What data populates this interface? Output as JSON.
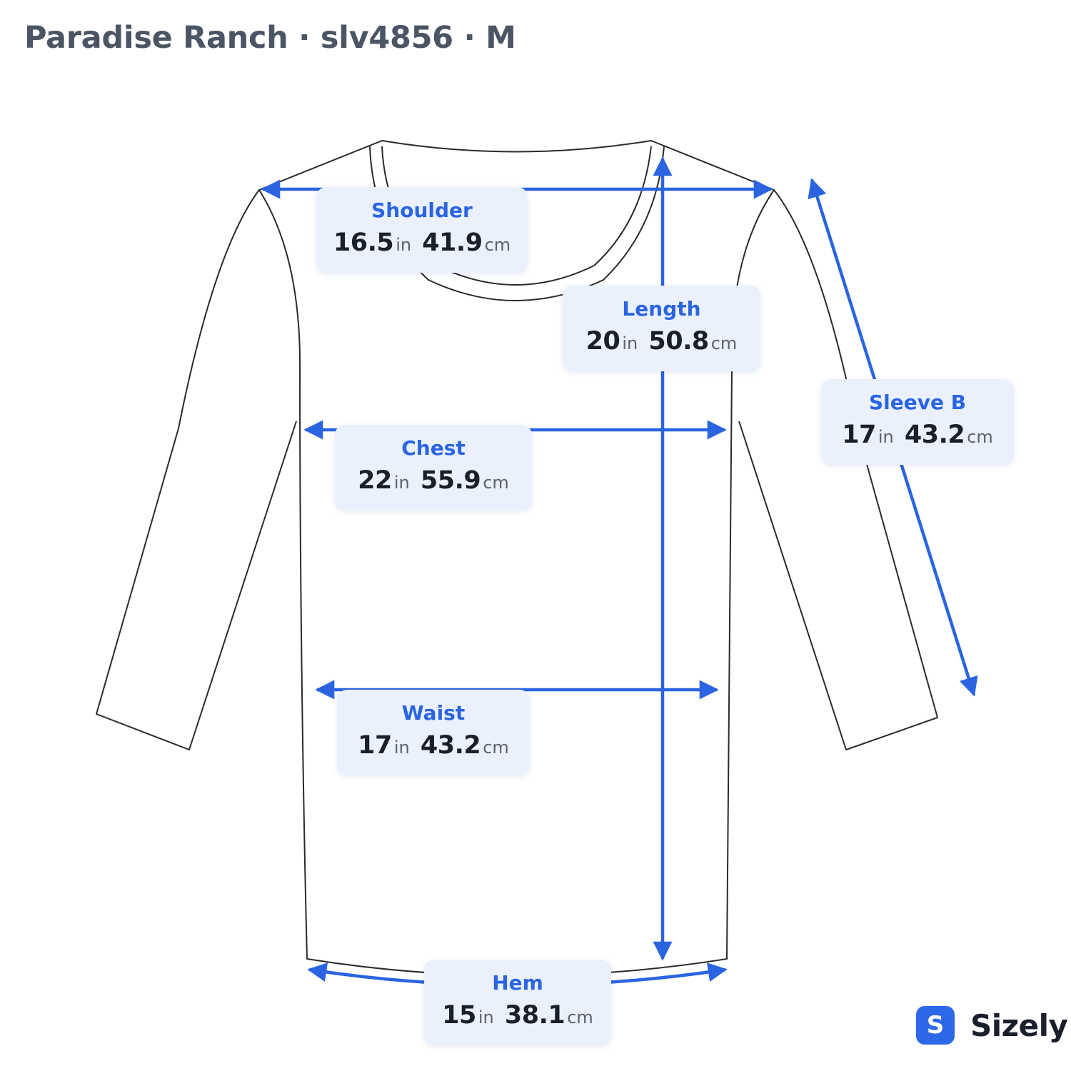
{
  "header": {
    "title": "Paradise Ranch · slv4856 · M"
  },
  "colors": {
    "accent": "#2a64e0",
    "garment_outline": "#2b2b2b",
    "label_background": "#eaf1fd"
  },
  "measurements": [
    {
      "id": "shoulder",
      "name": "Shoulder",
      "inches": "16.5",
      "in_unit": "in",
      "cm": "41.9",
      "cm_unit": "cm"
    },
    {
      "id": "length",
      "name": "Length",
      "inches": "20",
      "in_unit": "in",
      "cm": "50.8",
      "cm_unit": "cm"
    },
    {
      "id": "sleeve",
      "name": "Sleeve B",
      "inches": "17",
      "in_unit": "in",
      "cm": "43.2",
      "cm_unit": "cm"
    },
    {
      "id": "chest",
      "name": "Chest",
      "inches": "22",
      "in_unit": "in",
      "cm": "55.9",
      "cm_unit": "cm"
    },
    {
      "id": "waist",
      "name": "Waist",
      "inches": "17",
      "in_unit": "in",
      "cm": "43.2",
      "cm_unit": "cm"
    },
    {
      "id": "hem",
      "name": "Hem",
      "inches": "15",
      "in_unit": "in",
      "cm": "38.1",
      "cm_unit": "cm"
    }
  ],
  "brand": {
    "badge_letter": "S",
    "name": "Sizely"
  }
}
